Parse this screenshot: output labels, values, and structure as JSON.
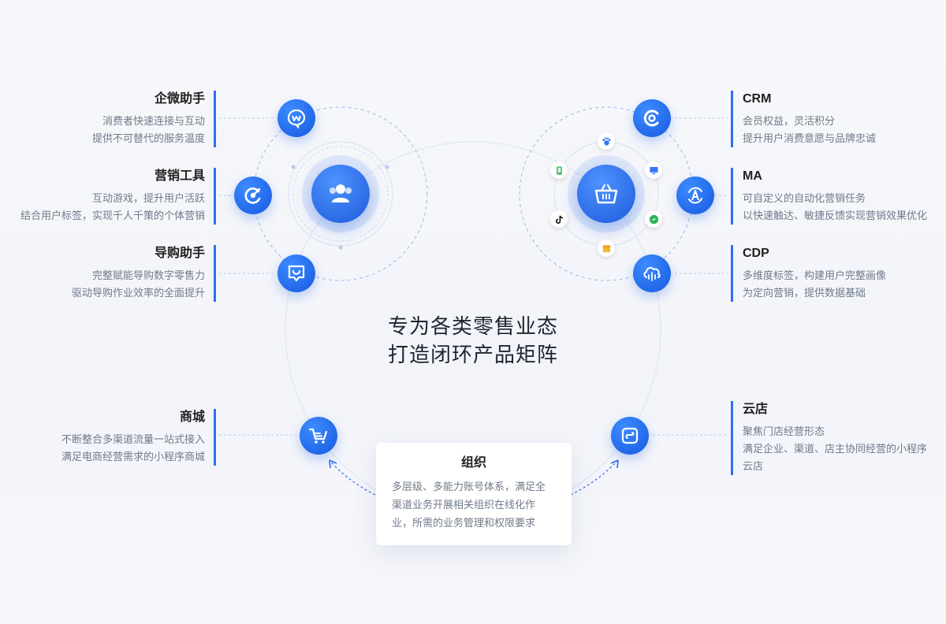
{
  "headline": {
    "line1": "专为各类零售业态",
    "line2": "打造闭环产品矩阵"
  },
  "left_features": [
    {
      "title": "企微助手",
      "lines": [
        "消费者快速连接与互动",
        "提供不可替代的服务温度"
      ],
      "icon": "wecom-icon"
    },
    {
      "title": "营销工具",
      "lines": [
        "互动游戏，提升用户活跃",
        "结合用户标签，实现千人千策的个体营销"
      ],
      "icon": "marketing-tool-icon"
    },
    {
      "title": "导购助手",
      "lines": [
        "完整赋能导购数字零售力",
        "驱动导购作业效率的全面提升"
      ],
      "icon": "shopping-guide-icon"
    },
    {
      "title": "商城",
      "lines": [
        "不断整合多渠道流量一站式接入",
        "满足电商经营需求的小程序商城"
      ],
      "icon": "cart-icon"
    }
  ],
  "right_features": [
    {
      "title": "CRM",
      "lines": [
        "会员权益，灵活积分",
        "提升用户消费意愿与品牌忠诚"
      ],
      "icon": "crm-icon"
    },
    {
      "title": "MA",
      "lines": [
        "可自定义的自动化营销任务",
        "以快速触达、敏捷反馈实现营销效果优化"
      ],
      "icon": "automation-icon"
    },
    {
      "title": "CDP",
      "lines": [
        "多维度标签，构建用户完整画像",
        "为定向营销，提供数据基础"
      ],
      "icon": "cloud-data-icon"
    },
    {
      "title": "云店",
      "lines": [
        "聚焦门店经营形态",
        "满足企业、渠道、店主协同经营的小程序",
        "云店"
      ],
      "icon": "mini-program-icon"
    }
  ],
  "center_card": {
    "title": "组织",
    "lines": [
      "多层级、多能力账号体系，满足全",
      "渠道业务开展相关组织在线化作",
      "业，所需的业务管理和权限要求"
    ]
  },
  "hubs": {
    "left": "users-icon",
    "right": "basket-icon"
  },
  "satellites": [
    "baidu-icon",
    "monitor-icon",
    "mini-program-link-icon",
    "store-icon",
    "tiktok-icon",
    "phone-icon"
  ],
  "colors": {
    "accent": "#2f6ff0",
    "text_dark": "#1f1f1f",
    "text_muted": "#707a8a"
  }
}
